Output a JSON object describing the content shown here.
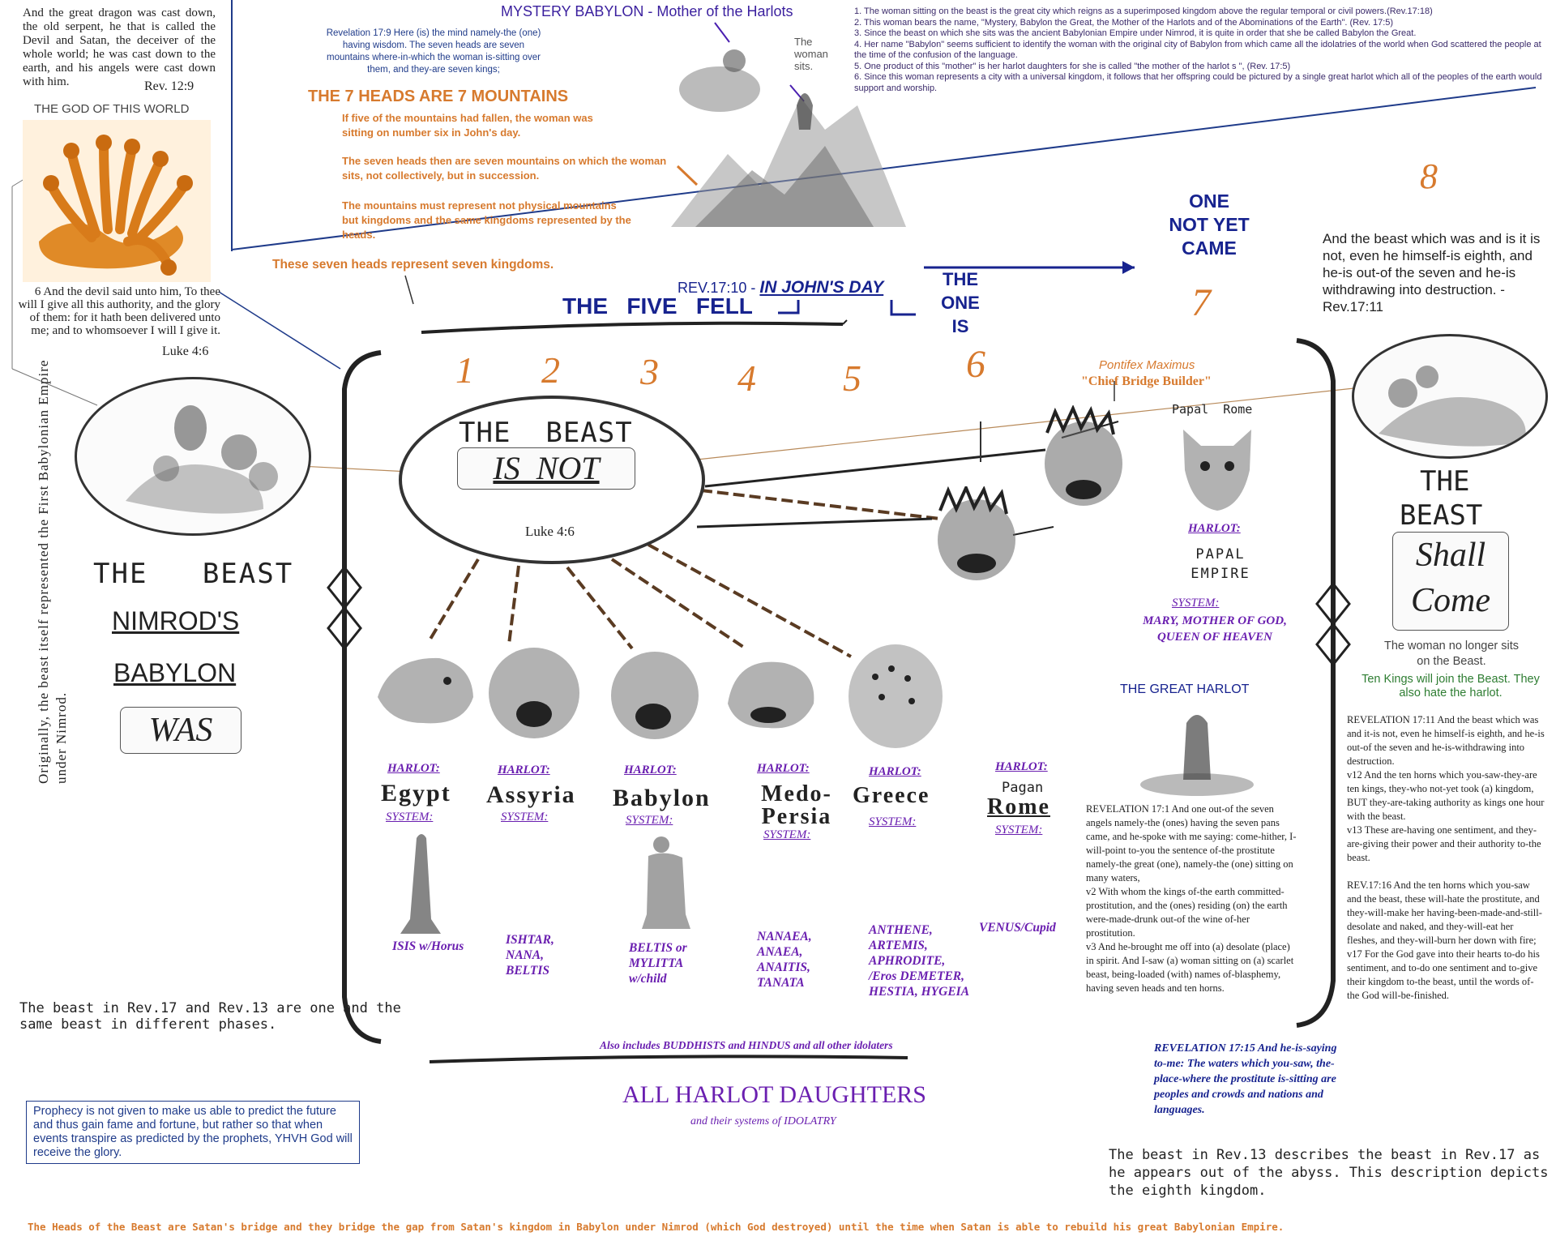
{
  "top_left_quote": {
    "text": "And the great dragon was cast down, the old serpent, he that is called the Devil and Satan, the deceiver of the whole world; he was cast down to the earth, and his angels were cast down with him.",
    "ref": "Rev. 12:9"
  },
  "god_of_world": "THE GOD OF THIS WORLD",
  "luke_quote": {
    "text": "6 And the devil said unto him, To thee will I give all this authority, and the glory of them: for it hath been delivered unto me; and to whomsoever I will I give it.",
    "ref": "Luke 4:6"
  },
  "vertical_note": "Originally, the beast itself represented the First Babylonian Empire under Nimrod.",
  "left_stack": {
    "l1": "THE   BEAST",
    "l2": "NIMROD'S",
    "l3": "BABYLON",
    "l4": "WAS"
  },
  "beast_phases_note": "The beast in Rev.17 and Rev.13 are one and the same beast in different phases.",
  "prophecy_note": "Prophecy is not given to make us able to predict the future and thus gain fame and fortune, but rather so that when events transpire as predicted by the prophets, YHVH God will receive the glory.",
  "rev17_9": "Revelation 17:9 Here (is) the mind namely-the (one) having wisdom.  The seven heads are seven mountains where-in-which the woman is-sitting over them, and they-are seven kings;",
  "seven_heads_title": "THE 7 HEADS ARE 7 MOUNTAINS",
  "seven_heads_p1": "If five of the mountains had fallen, the woman was sitting on number six in John's day.",
  "seven_heads_p2": "The seven heads then are seven mountains on which the woman sits, not collectively, but in succession.",
  "seven_heads_p3": "The mountains must represent not physical mountains but kingdoms and the same kingdoms represented by the heads.",
  "seven_kingdoms": "These seven heads represent seven kingdoms.",
  "mystery_title": "MYSTERY BABYLON - Mother of the Harlots",
  "woman_sits": "The woman sits.",
  "numbered_notes": [
    "1. The woman sitting on the beast is the great city which reigns as a superimposed kingdom above the regular temporal or civil powers.(Rev.17:18)",
    "2. This woman bears the name, \"Mystery, Babylon the Great, the Mother of the Harlots and of the Abominations of the Earth\". (Rev. 17:5)",
    "3. Since the beast on which she sits was the ancient Babylonian Empire under Nimrod, it is quite in order that she be called Babylon the Great.",
    "4. Her name \"Babylon\" seems sufficient to identify the woman with the original city of Babylon from which came all the idolatries of the world when God scattered the people at the time of the confusion of the language.",
    "5. One product of this \"mother\" is her harlot daughters for she is called \"the mother of the harlot s \", (Rev. 17:5)",
    "6. Since this woman represents a city with a universal kingdom, it follows that her offspring could be pictured by a single great harlot which all of the peoples of the earth would support and worship."
  ],
  "rev17_10": "REV.17:10 - ",
  "johns_day": "IN JOHN'S DAY",
  "five_fell": "THE   FIVE   FELL",
  "one_is": "THE ONE IS",
  "one_not_yet": "ONE NOT YET CAME",
  "num7": "7",
  "num8": "8",
  "rev17_11_quote": "And the beast which was and is it is not, even he himself-is eighth, and he-is out-of the seven and he-is withdrawing into destruction. - Rev.17:11",
  "head_numbers": [
    "1",
    "2",
    "3",
    "4",
    "5",
    "6"
  ],
  "center_beast": {
    "l1": "THE  BEAST",
    "l2": "IS  NOT",
    "ref": "Luke 4:6"
  },
  "pontifex": "Pontifex Maximus",
  "bridge_builder": "\"Chief Bridge Builder\"",
  "papal_rome": "Papal  Rome",
  "papal_harlot": {
    "label": "HARLOT:",
    "name": "PAPAL EMPIRE",
    "system": "SYSTEM:",
    "desc": "MARY, MOTHER OF GOD, QUEEN OF HEAVEN"
  },
  "great_harlot": "THE GREAT HARLOT",
  "shall_come": {
    "l1": "THE",
    "l2": "BEAST",
    "l3": "Shall",
    "l4": "Come"
  },
  "woman_no_longer": "The woman no longer sits on the Beast.",
  "ten_kings": "Ten Kings will join the Beast.  They also hate the harlot.",
  "kingdoms": [
    {
      "harlot": "HARLOT:",
      "name": "Egypt",
      "system": "SYSTEM:",
      "gods": "ISIS w/Horus"
    },
    {
      "harlot": "HARLOT:",
      "name": "Assyria",
      "system": "SYSTEM:",
      "gods": "ISHTAR, NANA, BELTIS"
    },
    {
      "harlot": "HARLOT:",
      "name": "Babylon",
      "system": "SYSTEM:",
      "gods": "BELTIS or MYLITTA w/child"
    },
    {
      "harlot": "HARLOT:",
      "name": "Medo-Persia",
      "system": "SYSTEM:",
      "gods": "NANAEA, ANAEA, ANAITIS, TANATA"
    },
    {
      "harlot": "HARLOT:",
      "name": "Greece",
      "system": "SYSTEM:",
      "gods": "ANTHENE, ARTEMIS, APHRODITE, /Eros DEMETER, HESTIA, HYGEIA"
    },
    {
      "harlot": "HARLOT:",
      "pre": "Pagan",
      "name": "Rome",
      "system": "SYSTEM:",
      "gods": "VENUS/Cupid"
    }
  ],
  "also_includes": "Also includes BUDDHISTS and HINDUS and all other idolaters",
  "all_harlot": "ALL HARLOT DAUGHTERS",
  "systems_idolatry": "and their systems of IDOLATRY",
  "rev17_1": "REVELATION 17:1 And one out-of the seven angels namely-the (ones) having the seven pans came, and he-spoke with me saying:  come-hither, I-will-point to-you the sentence of-the prostitute namely-the great (one), namely-the (one) sitting on many waters,\nv2 With whom the kings of-the earth committed-prostitution, and the (ones) residing (on) the earth were-made-drunk out-of the wine of-her prostitution.\nv3 And he-brought me off into (a) desolate (place) in spirit. And I-saw (a) woman sitting on (a) scarlet beast, being-loaded (with) names of-blasphemy, having seven heads and ten horns.",
  "rev17_15": "REVELATION 17:15 And he-is-saying to-me:  The waters which you-saw, the-place-where the prostitute is-sitting are peoples and crowds and nations and languages.",
  "rev17_11_long": "REVELATION 17:11 And the beast which was and it-is not, even he himself-is eighth, and he-is out-of the seven and he-is-withdrawing into destruction.\nv12 And the ten horns which you-saw-they-are ten kings, they-who not-yet took (a) kingdom, BUT they-are-taking authority as kings one hour with the beast.\nv13 These are-having one sentiment, and they-are-giving their power and their authority to-the beast.\n\nREV.17:16 And the ten horns which you-saw and the beast, these will-hate the prostitute, and they-will-make her having-been-made-and-still-desolate and naked, and they-will-eat her fleshes, and they-will-burn her down with fire;\nv17 For the God gave into their hearts to-do his sentiment, and to-do one sentiment and to-give their kingdom to-the beast, until the words of-the God will-be-finished.",
  "rev13_note": "The beast in Rev.13 describes the beast in Rev.17 as he appears out of the abyss. This description depicts the eighth kingdom.",
  "footer": "The Heads of the Beast are Satan's bridge and they bridge the gap from Satan's kingdom in Babylon under Nimrod (which God destroyed) until the time when Satan is able to rebuild his great Babylonian Empire.",
  "colors": {
    "orange": "#d77a2e",
    "navy": "#17238f",
    "purple": "#6a1fb0"
  }
}
